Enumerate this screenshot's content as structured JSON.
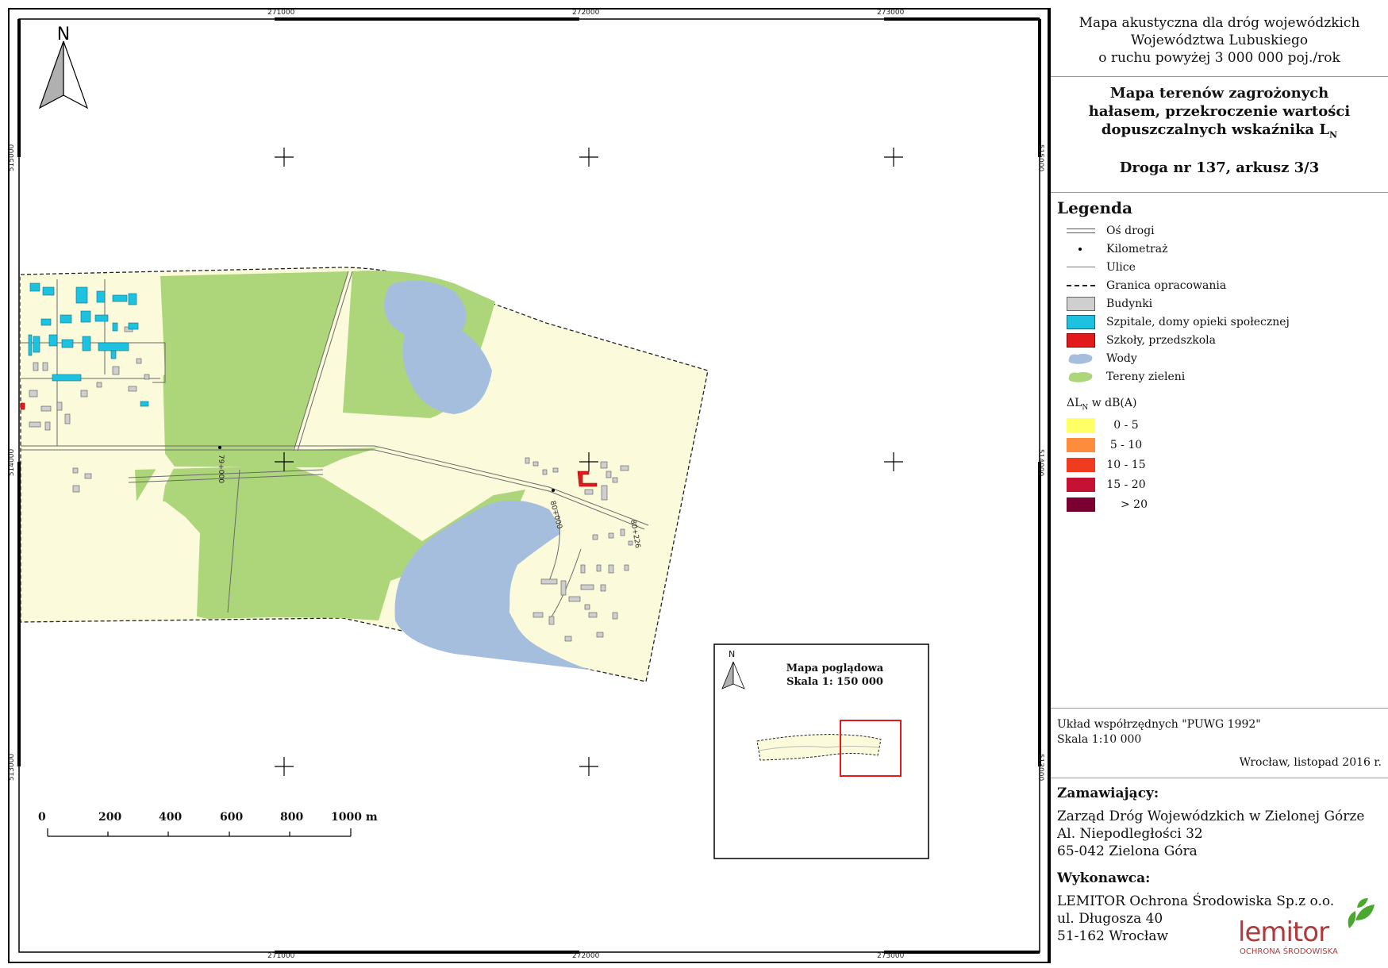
{
  "map": {
    "north_label": "N",
    "grid_x_labels": [
      "271000",
      "272000",
      "273000"
    ],
    "grid_y_labels": [
      "515000",
      "514000",
      "513000"
    ],
    "km_labels": [
      "79+000",
      "80+000",
      "80+226"
    ],
    "scale_bar": {
      "ticks": [
        "0",
        "200",
        "400",
        "600",
        "800",
        "1000 m"
      ]
    },
    "colors": {
      "area": "#fbfbdc",
      "green": "#add67a",
      "water": "#a6bede",
      "building": "#cfcfcf",
      "hospital": "#1ec2e1",
      "school": "#e31a1c"
    }
  },
  "inset": {
    "north_label": "N",
    "title": "Mapa poglądowa",
    "scale": "Skala 1: 150 000"
  },
  "header": {
    "line1": "Mapa akustyczna dla dróg wojewódzkich",
    "line2": "Województwa Lubuskiego",
    "line3": "o ruchu powyżej 3 000 000 poj./rok"
  },
  "title": {
    "line1": "Mapa terenów zagrożonych",
    "line2": "hałasem, przekroczenie wartości",
    "line3_main": "dopuszczalnych wskaźnika L",
    "line3_sub": "N",
    "sheet": "Droga nr 137, arkusz 3/3"
  },
  "legend": {
    "title": "Legenda",
    "items": [
      {
        "label": "Oś drogi",
        "symbol": "double-line"
      },
      {
        "label": "Kilometraż",
        "symbol": "dot"
      },
      {
        "label": "Ulice",
        "symbol": "line"
      },
      {
        "label": "Granica opracowania",
        "symbol": "dashed-line"
      },
      {
        "label": "Budynki",
        "symbol": "box",
        "color": "#cfcfcf"
      },
      {
        "label": "Szpitale, domy opieki społecznej",
        "symbol": "box",
        "color": "#1ec2e1"
      },
      {
        "label": "Szkoły, przedszkola",
        "symbol": "box",
        "color": "#e31a1c"
      },
      {
        "label": "Wody",
        "symbol": "blob",
        "color": "#a6bede"
      },
      {
        "label": "Tereny zieleni",
        "symbol": "blob",
        "color": "#add67a"
      }
    ],
    "dl_title_pre": "ΔL",
    "dl_title_sub": "N",
    "dl_title_post": " w dB(A)",
    "classes": [
      {
        "label": "0 - 5",
        "color": "#ffff66"
      },
      {
        "label": "5 - 10",
        "color": "#fd8d3c"
      },
      {
        "label": "10 - 15",
        "color": "#f03b20"
      },
      {
        "label": "15 - 20",
        "color": "#c51133"
      },
      {
        "label": "> 20",
        "color": "#7a0031"
      }
    ]
  },
  "info": {
    "crs": "Układ współrzędnych \"PUWG 1992\"",
    "scale": "Skala 1:10 000",
    "place_date": "Wrocław, listopad 2016 r."
  },
  "client": {
    "heading": "Zamawiający:",
    "lines": [
      "Zarząd Dróg Wojewódzkich w Zielonej Górze",
      "Al. Niepodległości 32",
      "65-042 Zielona Góra"
    ]
  },
  "contractor": {
    "heading": "Wykonawca:",
    "lines": [
      "LEMITOR Ochrona Środowiska Sp.z o.o.",
      "ul. Długosza 40",
      "51-162 Wrocław"
    ]
  },
  "logo": {
    "name": "lemitor",
    "subtitle": "OCHRONA ŚRODOWISKA"
  }
}
